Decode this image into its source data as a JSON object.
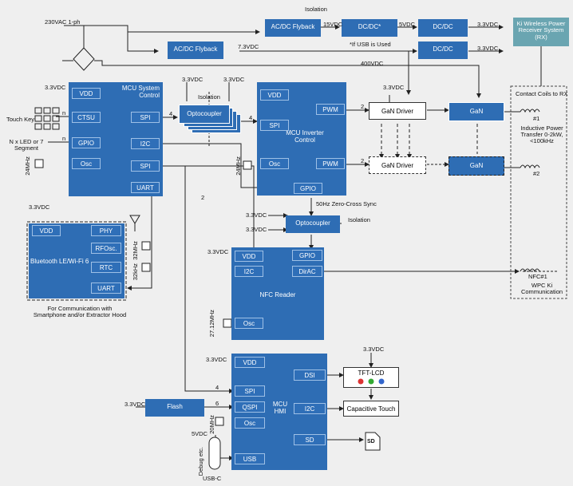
{
  "power": {
    "input": "230VAC 1-ph",
    "isolation_top": "Isolation",
    "acdc_flyback_1": "AC/DC Flyback",
    "v15": "15VDC",
    "dcdc_star": "DC/DC*",
    "v5": "5VDC",
    "dcdc_1": "DC/DC",
    "v33_1": "3.3VDC",
    "acdc_flyback_2": "AC/DC Flyback",
    "v73": "7.3VDC",
    "usb_note": "*If USB is Used",
    "dcdc_2": "DC/DC",
    "v33_2": "3.3VDC",
    "v400": "400VDC"
  },
  "receiver": {
    "label": "Ki Wireless Power Receiver System (RX)"
  },
  "mcu_sys": {
    "title": "MCU System Control",
    "vdd": "VDD",
    "ctsu": "CTSU",
    "gpio": "GPIO",
    "osc": "Osc",
    "spi1": "SPI",
    "i2c": "I2C",
    "spi2": "SPI",
    "uart": "UART",
    "supply": "3.3VDC",
    "touch_key": "Touch Key",
    "led": "N x LED or 7 Segment",
    "xtal": "24MHz"
  },
  "optocoupler_top": {
    "label": "Optocoupler",
    "isolation": "Isolation",
    "v1": "3.3VDC",
    "v2": "3.3VDC"
  },
  "mcu_inv": {
    "title": "MCU Inverter Control",
    "vdd": "VDD",
    "spi": "SPI",
    "osc": "Osc",
    "pwm1": "PWM",
    "pwm2": "PWM",
    "gpio": "GPIO",
    "supply": "3.3VDC",
    "xtal": "24MHz"
  },
  "gan": {
    "driver1": "GaN Driver",
    "driver2": "GaN Driver",
    "gan1": "GaN",
    "gan2": "GaN",
    "supply": "3.3VDC"
  },
  "coils": {
    "title": "Contact Coils to RX",
    "coil1": "#1",
    "coil2": "#2",
    "ipt": "Inductive Power Transfer 0-2kW, <100kHz",
    "nfc": "NFC#1",
    "wpc": "WPC Ki Communication"
  },
  "zero_cross": "50Hz Zero-Cross Sync",
  "optocoupler_mid": {
    "label": "Optocoupler",
    "isolation": "Isolation",
    "v1": "3.3VDC",
    "v2": "3.3VDC"
  },
  "ble": {
    "title": "Bluetooth LE/Wi-Fi 6",
    "vdd": "VDD",
    "phy": "PHY",
    "rfosc": "RFOsc.",
    "rtc": "RTC",
    "uart": "UART",
    "supply": "3.3VDC",
    "xtal1": "32MHz",
    "xtal2": "32kHz",
    "note": "For Communication with Smartphone and/or Extractor Hood"
  },
  "nfc": {
    "title": "NFC Reader",
    "vdd": "VDD",
    "i2c": "I2C",
    "osc": "Osc",
    "gpio": "GPIO",
    "dirac": "DirAC",
    "supply": "3.3VDC",
    "xtal": "27.12MHz"
  },
  "mcu_hmi": {
    "title": "MCU HMI",
    "vdd": "VDD",
    "spi": "SPI",
    "qspi": "QSPI",
    "osc": "Osc",
    "usb": "USB",
    "dsi": "DSI",
    "i2c": "I2C",
    "sd": "SD",
    "supply": "3.3VDC",
    "xtal": "20MHz",
    "v5": "5VDC"
  },
  "flash": {
    "label": "Flash",
    "supply": "3.3VDC"
  },
  "tft": {
    "label": "TFT-LCD",
    "supply": "3.3VDC"
  },
  "cap_touch": {
    "label": "Capacitive Touch"
  },
  "sd_card": {
    "label": "SD"
  },
  "usb": {
    "label": "USB-C",
    "debug": "Debug etc."
  },
  "bus": {
    "n1": "n",
    "n2": "n",
    "four1": "4",
    "four2": "4",
    "two1": "2",
    "two2": "2",
    "two3": "2",
    "four3": "4",
    "six": "6"
  },
  "colors": {
    "block": "#2e6db4",
    "receiver": "#6aa5b1",
    "line": "#222222"
  }
}
